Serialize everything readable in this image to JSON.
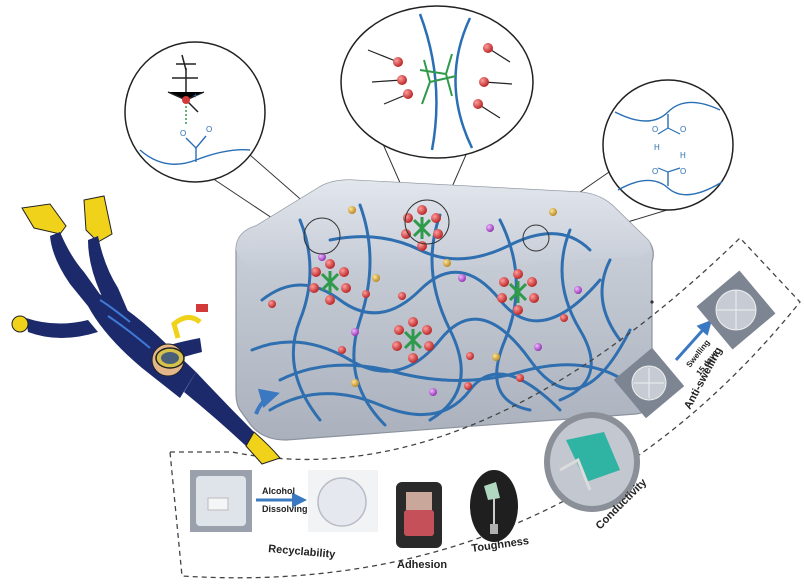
{
  "properties": {
    "recyclability": "Recyclability",
    "adhesion": "Adhesion",
    "toughness": "Toughness",
    "conductivity": "Conductivity",
    "anti_swelling": "Anti-swelling"
  },
  "arrows": {
    "alcohol": "Alcohol",
    "dissolving": "Dissolving",
    "swelling": "Swelling",
    "days": "15 days"
  },
  "insets": {
    "left_charge": "+",
    "left_anion": "O",
    "left_carbonyl": "O",
    "right_o1": "O",
    "right_o2": "O",
    "right_h1": "H",
    "right_h2": "H",
    "right_o3": "O",
    "right_o4": "O"
  },
  "colors": {
    "polymer": "#2f6fb0",
    "gel_fill": "#c9ced8",
    "cluster_core": "#2e9a4a",
    "ion_red": "#d23a3a",
    "ion_purple": "#b84fd1",
    "ion_gold": "#d8a83a",
    "diver_suit": "#1c2a6b",
    "diver_fins": "#f0d21a"
  }
}
